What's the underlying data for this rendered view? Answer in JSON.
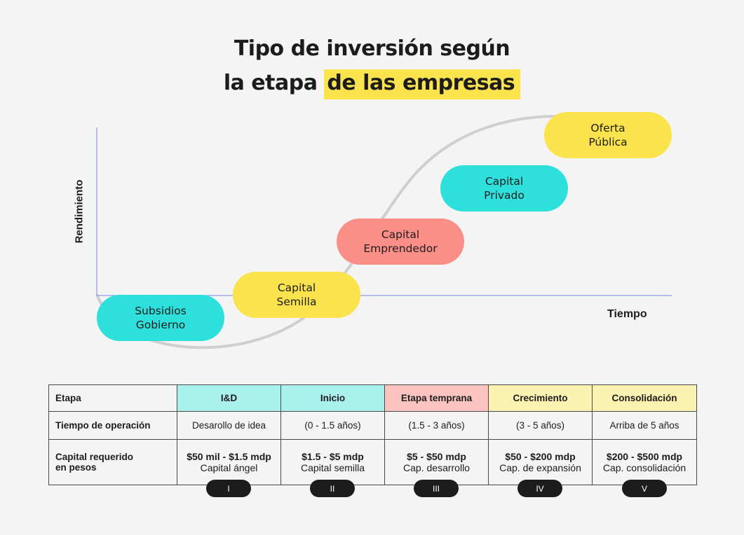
{
  "title": {
    "line1": "Tipo de inversión según",
    "line2_plain": "la etapa",
    "line2_highlight": "de las empresas"
  },
  "axes": {
    "y_label": "Rendimiento",
    "x_label": "Tiempo"
  },
  "stages_chart": [
    {
      "line1": "Subsidios",
      "line2": "Gobierno",
      "color": "#2ee0dc"
    },
    {
      "line1": "Capital",
      "line2": "Semilla",
      "color": "#fbe34d"
    },
    {
      "line1": "Capital",
      "line2": "Emprendedor",
      "color": "#fb8f88"
    },
    {
      "line1": "Capital",
      "line2": "Privado",
      "color": "#2ee0dc"
    },
    {
      "line1": "Oferta",
      "line2": "Pública",
      "color": "#fbe34d"
    }
  ],
  "table": {
    "row_labels": {
      "stage": "Etapa",
      "time": "Tiempo de operación",
      "capital_line1": "Capital requerido",
      "capital_line2": "en pesos"
    },
    "columns": [
      {
        "stage": "I&D",
        "time": "Desarollo de idea",
        "amount": "$50 mil - $1.5 mdp",
        "type": "Capital ángel",
        "numeral": "I",
        "header_color": "#aaf0ec"
      },
      {
        "stage": "Inicio",
        "time": "(0 - 1.5 años)",
        "amount": "$1.5 - $5 mdp",
        "type": "Capital semilla",
        "numeral": "II",
        "header_color": "#aaf0ec"
      },
      {
        "stage": "Etapa temprana",
        "time": "(1.5 - 3 años)",
        "amount": "$5 - $50 mdp",
        "type": "Cap. desarrollo",
        "numeral": "III",
        "header_color": "#fbc4c1"
      },
      {
        "stage": "Crecimiento",
        "time": "(3 - 5 años)",
        "amount": "$50 - $200 mdp",
        "type": "Cap. de expansión",
        "numeral": "IV",
        "header_color": "#fbf1b0"
      },
      {
        "stage": "Consolidación",
        "time": "Arriba de 5 años",
        "amount": "$200 - $500 mdp",
        "type": "Cap. consolidación",
        "numeral": "V",
        "header_color": "#fbf1b0"
      }
    ]
  },
  "colors": {
    "background": "#f4f4f4",
    "highlight": "#fbe34d",
    "axis": "#8a9ee8",
    "curve": "#cfcfcf"
  }
}
